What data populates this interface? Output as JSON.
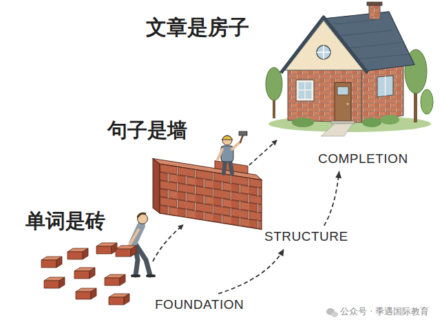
{
  "diagram": {
    "nodes": [
      {
        "text": [
          "FOUNDATION"
        ]
      },
      {
        "text": [
          "STRUCTURE"
        ]
      },
      {
        "text": [
          "COMPLETION"
        ]
      }
    ],
    "edges": [
      {
        "from": 0,
        "to": 1,
        "arrow": "to"
      },
      {
        "from": 1,
        "to": 2,
        "arrow": "to"
      }
    ],
    "labels": [
      "文章是房子",
      "句子是墙",
      "单词是砖",
      "公众号 · 季遇国际教育"
    ]
  }
}
